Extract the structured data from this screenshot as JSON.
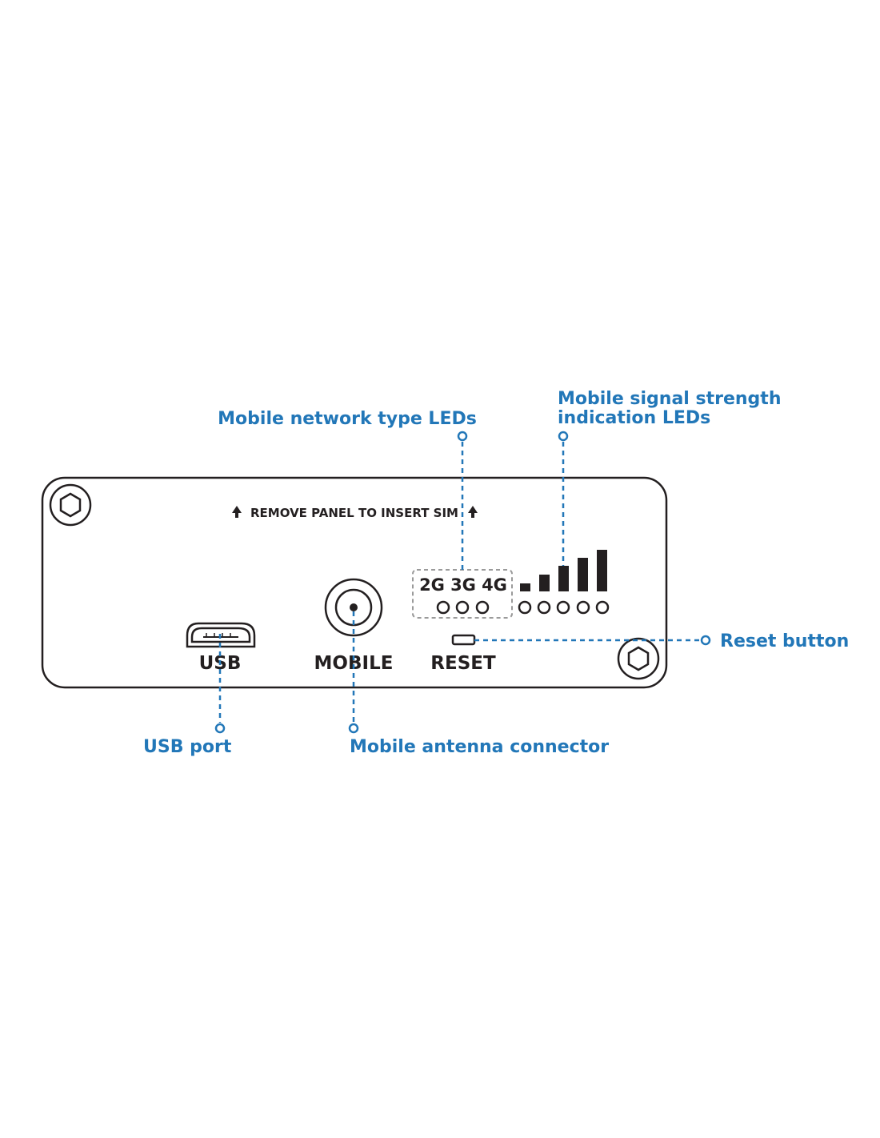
{
  "panel": {
    "sim_notice": "REMOVE PANEL TO INSERT SIM",
    "ports": {
      "usb": "USB",
      "mobile": "MOBILE",
      "reset": "RESET"
    },
    "network_type_labels": [
      "2G",
      "3G",
      "4G"
    ],
    "signal_bar_count": 5
  },
  "callouts": {
    "network_type_leds": "Mobile network type LEDs",
    "signal_strength_line1": "Mobile signal strength",
    "signal_strength_line2": "indication LEDs",
    "reset_button": "Reset button",
    "usb_port": "USB port",
    "antenna_connector": "Mobile antenna connector"
  },
  "colors": {
    "callout": "#2277b8",
    "outline": "#231f20"
  },
  "icons": [
    "hex-screw-icon",
    "up-arrow-icon",
    "micro-usb-port-icon",
    "antenna-connector-icon",
    "signal-bar-icon",
    "led-icon"
  ]
}
